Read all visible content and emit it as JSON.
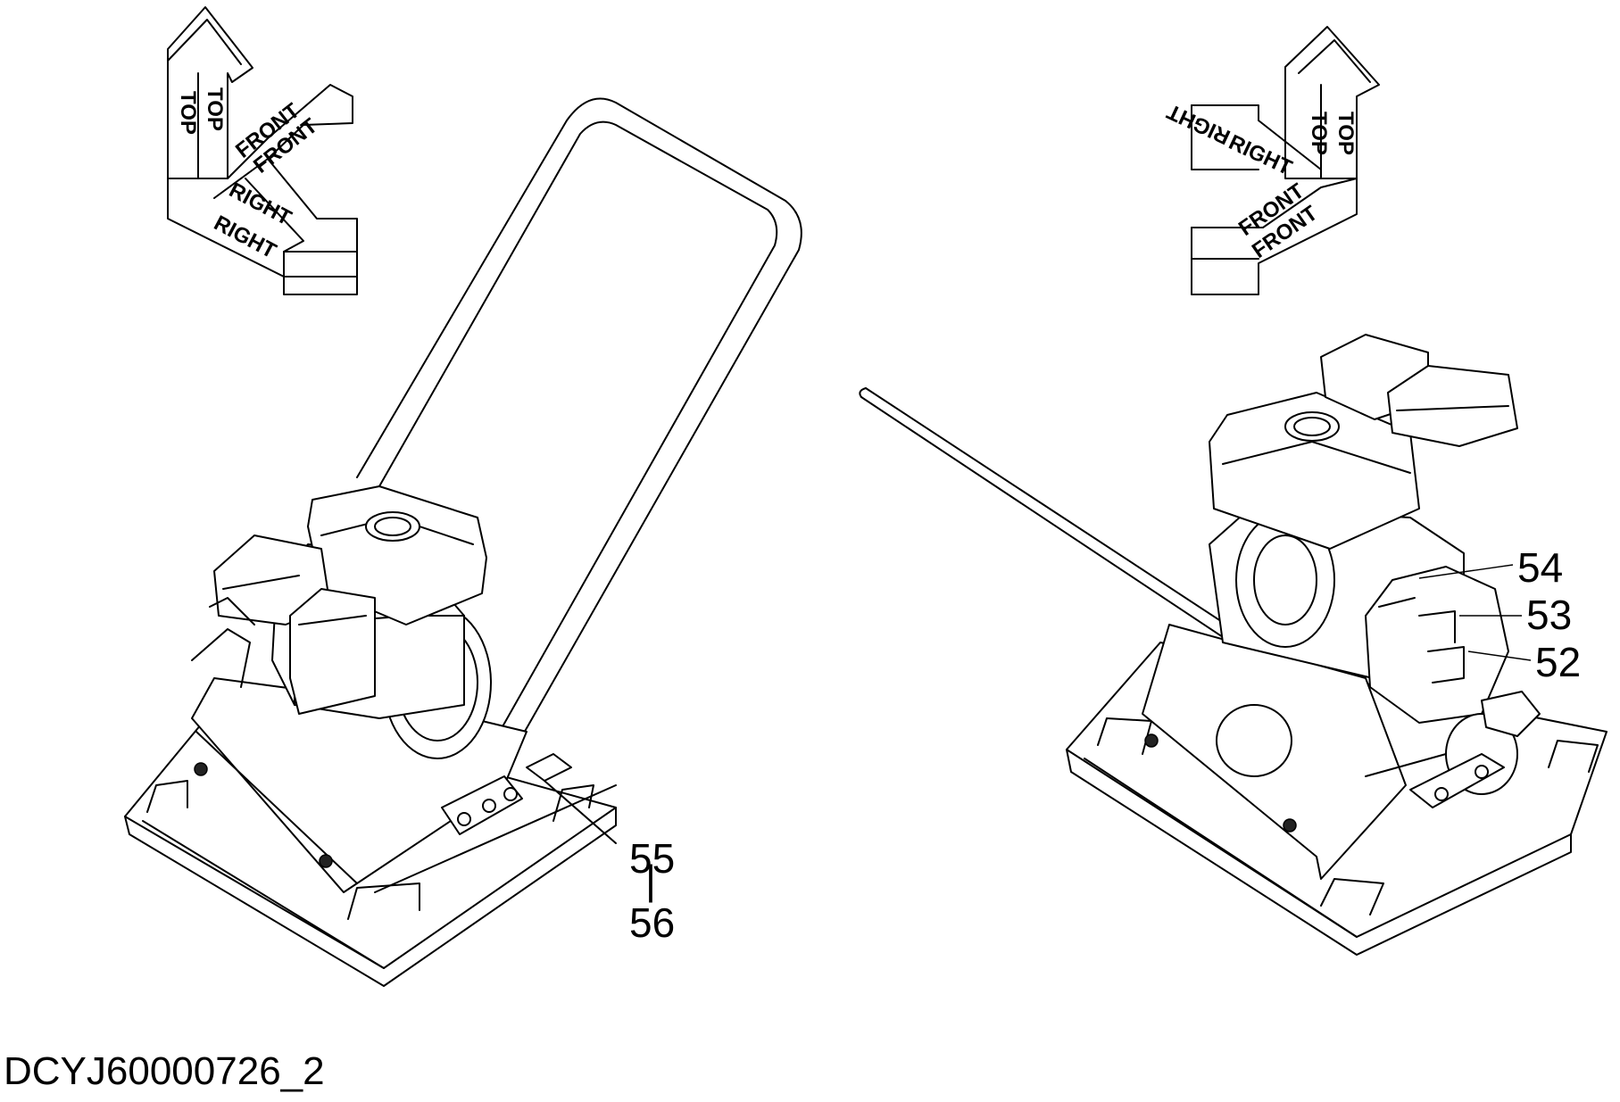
{
  "drawing_id": "DCYJ60000726_2",
  "orientation_indicators": {
    "left": {
      "top": "TOP",
      "front": "FRONT",
      "right": "RIGHT"
    },
    "right": {
      "top": "TOP",
      "front": "FRONT",
      "right": "RIGHT"
    }
  },
  "callouts": {
    "left_view": {
      "upper": "55",
      "separator": "|",
      "lower": "56"
    },
    "right_view": [
      "54",
      "53",
      "52"
    ]
  }
}
